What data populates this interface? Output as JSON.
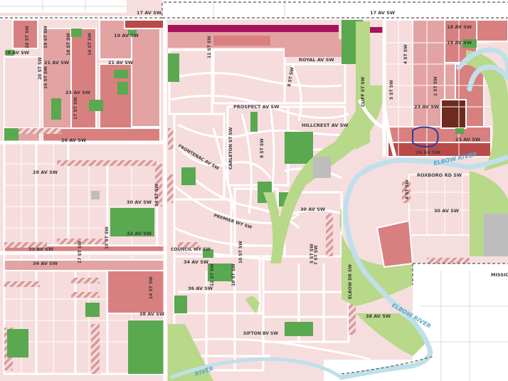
{
  "map": {
    "colors": {
      "background": "#f6dede",
      "road": "#ffffff",
      "block_pink": "#f6dcdc",
      "block_rose": "#e3a3a3",
      "block_salmon": "#d88080",
      "block_red": "#b84a4a",
      "block_magenta": "#a8125c",
      "park_green": "#5aa84f",
      "open_lightgreen": "#b8d88a",
      "river": "#bfe0ea",
      "outside": "#ffffff",
      "gray": "#bdbdbd",
      "highlight": "#2b3f9e"
    },
    "street_labels": [
      "17 AV SW",
      "17 AV SW",
      "18 AV SW",
      "19 AV SW",
      "19 AV SW",
      "19 AV SW",
      "20 ST SW",
      "19 ST SW",
      "18 ST SW",
      "14 ST SW",
      "21 AV SW",
      "21 AV SW",
      "15 ST SW",
      "17 ST SW",
      "23 AV SW",
      "26 AV SW",
      "28 AV SW",
      "30 AV SW",
      "32 AV SW",
      "33 AV SW",
      "34 AV SW",
      "36 AV SW",
      "38 AV SW",
      "14 ST SW",
      "17 ST SW",
      "15 ST SW",
      "14 ST SW",
      "11 ST SW",
      "ROYAL AV SW",
      "8 ST SW",
      "PROSPECT AV SW",
      "HILLCREST AV SW",
      "FRONTENAC AV SW",
      "CARLETON ST SW",
      "8 ST SW",
      "PREMIER WY SW",
      "COUNCIL WY SW",
      "34 AV SW",
      "12 ST SW",
      "10 ST SW",
      "10 ST SW",
      "7 ST SW",
      "30 AV SW",
      "5 ST SW",
      "4 ST SW",
      "ELBOW DR SW",
      "SIFTON BV SW",
      "CLIFF ST SW",
      "5 ST SW",
      "2 ST SW",
      "23 AV SW",
      "25 AV SW",
      "26 AV SW",
      "ROXBORO RD SW",
      "4 ST SW",
      "30 AV SW",
      "38 AV SW",
      "20 ST SW",
      "MISSION"
    ],
    "river_labels": [
      "ELBOW RIVER",
      "ELBOW RIVER",
      "RIVER"
    ]
  }
}
